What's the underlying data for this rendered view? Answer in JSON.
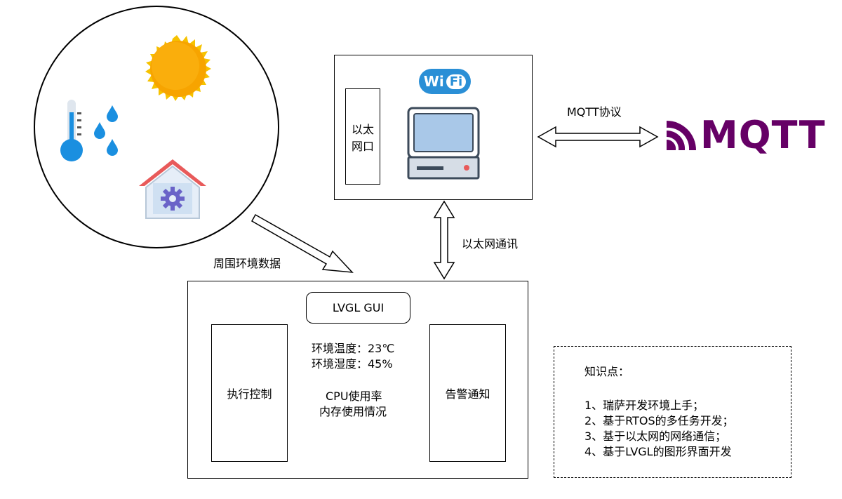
{
  "env_labels": {
    "surrounding_data": "周围环境数据"
  },
  "gateway": {
    "ethernet_port_line1": "以太",
    "ethernet_port_line2": "网口",
    "wifi_logo_left": "Wi",
    "wifi_logo_right": "Fi"
  },
  "mqtt": {
    "protocol_label": "MQTT协议",
    "logo_text": "MQTT",
    "logo_color": "#660066"
  },
  "ethernet_comm_label": "以太网通讯",
  "device": {
    "gui_title": "LVGL GUI",
    "actuator_control": "执行控制",
    "alarm_notify": "告警通知",
    "env_temp": "环境温度：23℃",
    "env_humidity": "环境湿度：45%",
    "cpu_usage": "CPU使用率",
    "memory_usage": "内存使用情况"
  },
  "knowledge": {
    "title": "知识点：",
    "items": [
      "1、瑞萨开发环境上手；",
      "2、基于RTOS的多任务开发；",
      "3、基于以太网的网络通信；",
      "4、基于LVGL的图形界面开发"
    ]
  },
  "icons": [
    "sun-icon",
    "thermometer-icon",
    "water-drops-icon",
    "smart-home-icon",
    "wifi-logo-icon",
    "computer-icon",
    "mqtt-logo-icon"
  ]
}
